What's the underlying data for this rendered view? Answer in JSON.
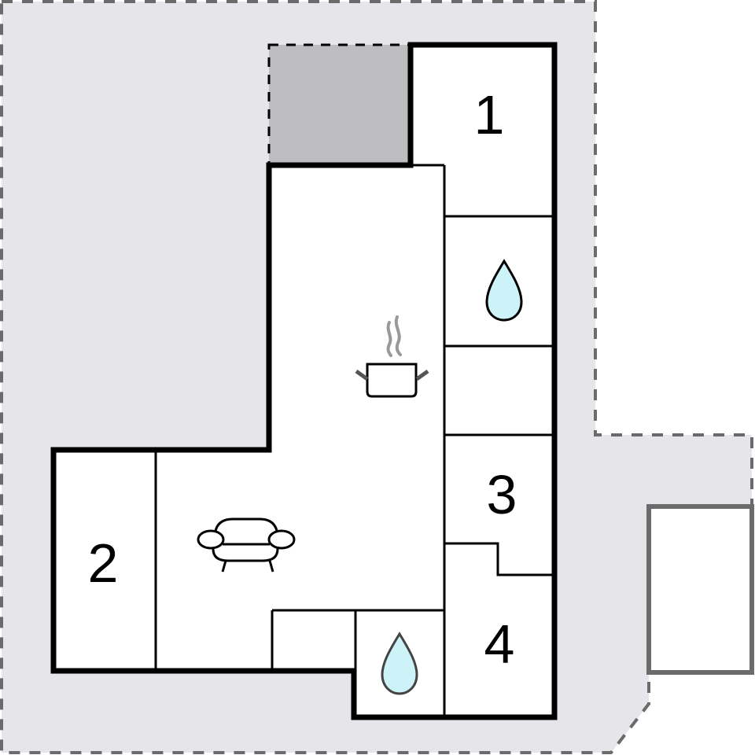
{
  "colors": {
    "plot": "#e6e6ea",
    "plot_border": "#6b6b6b",
    "terrace": "#bdbdbf",
    "walls": "#000000",
    "room_fill": "#ffffff",
    "water": "#cdf3f8",
    "annex_border": "#6b6b6b"
  },
  "rooms": [
    {
      "id": "room-1",
      "label": "1",
      "type": "bedroom"
    },
    {
      "id": "room-2",
      "label": "2",
      "type": "bedroom"
    },
    {
      "id": "room-3",
      "label": "3",
      "type": "bedroom"
    },
    {
      "id": "room-4",
      "label": "4",
      "type": "bedroom"
    }
  ],
  "icons": [
    {
      "name": "water-drop-icon",
      "meaning": "bathroom",
      "location": "right column"
    },
    {
      "name": "water-drop-icon",
      "meaning": "bathroom",
      "location": "bottom"
    },
    {
      "name": "cooking-pot-icon",
      "meaning": "kitchen"
    },
    {
      "name": "sofa-icon",
      "meaning": "living room"
    }
  ]
}
